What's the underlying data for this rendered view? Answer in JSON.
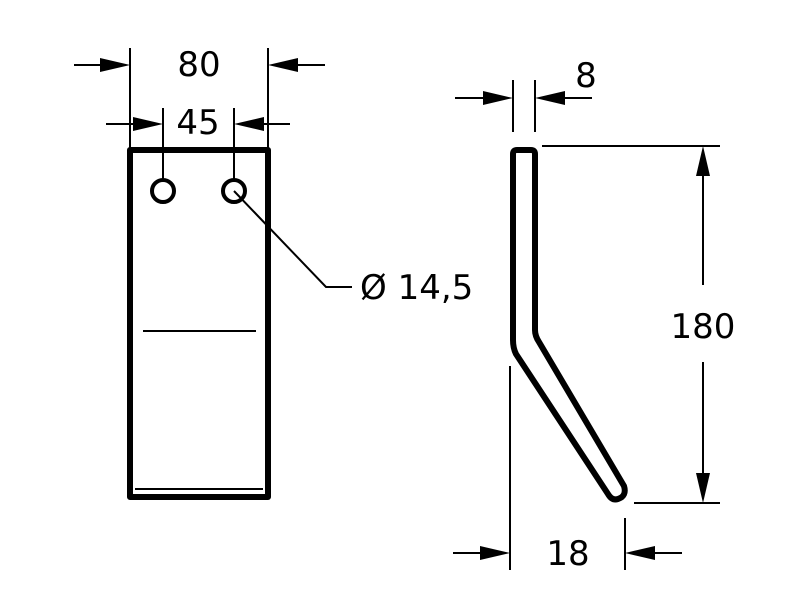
{
  "dimensions": {
    "overall_width": "80",
    "hole_spacing": "45",
    "hole_diameter": "Ø 14,5",
    "thickness": "8",
    "height": "180",
    "offset": "18"
  }
}
